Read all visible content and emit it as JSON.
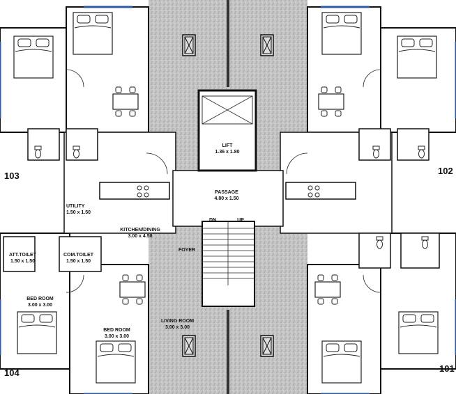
{
  "units": {
    "u103": "103",
    "u102": "102",
    "u104": "104",
    "u101": "101"
  },
  "rooms": {
    "lift": {
      "name": "LIFT",
      "size": "1.36 x 1.80"
    },
    "passage": {
      "name": "PASSAGE",
      "size": "4.80 x 1.50"
    },
    "utility": {
      "name": "UTILITY",
      "size": "1.50 x 1.50"
    },
    "kitchen": {
      "name": "KITCHEN/DINING",
      "size": "3.00 x 4.50"
    },
    "att_toilet": {
      "name": "ATT.TOILET",
      "size": "1.50 x 1.50"
    },
    "com_toilet": {
      "name": "COM.TOILET",
      "size": "1.50 x 1.50"
    },
    "foyer": {
      "name": "FOYER"
    },
    "bed1": {
      "name": "BED ROOM",
      "size": "3.00 x 3.00"
    },
    "bed2": {
      "name": "BED ROOM",
      "size": "3.00 x 3.00"
    },
    "living": {
      "name": "LIVING ROOM",
      "size": "3.00 x 3.00"
    }
  },
  "stairs": {
    "dn": "DN",
    "up": "UP"
  },
  "colors": {
    "wall": "#1a1a1a",
    "window": "#2f5aa8",
    "shaft": "#bdbdbd",
    "paper": "#ffffff"
  }
}
